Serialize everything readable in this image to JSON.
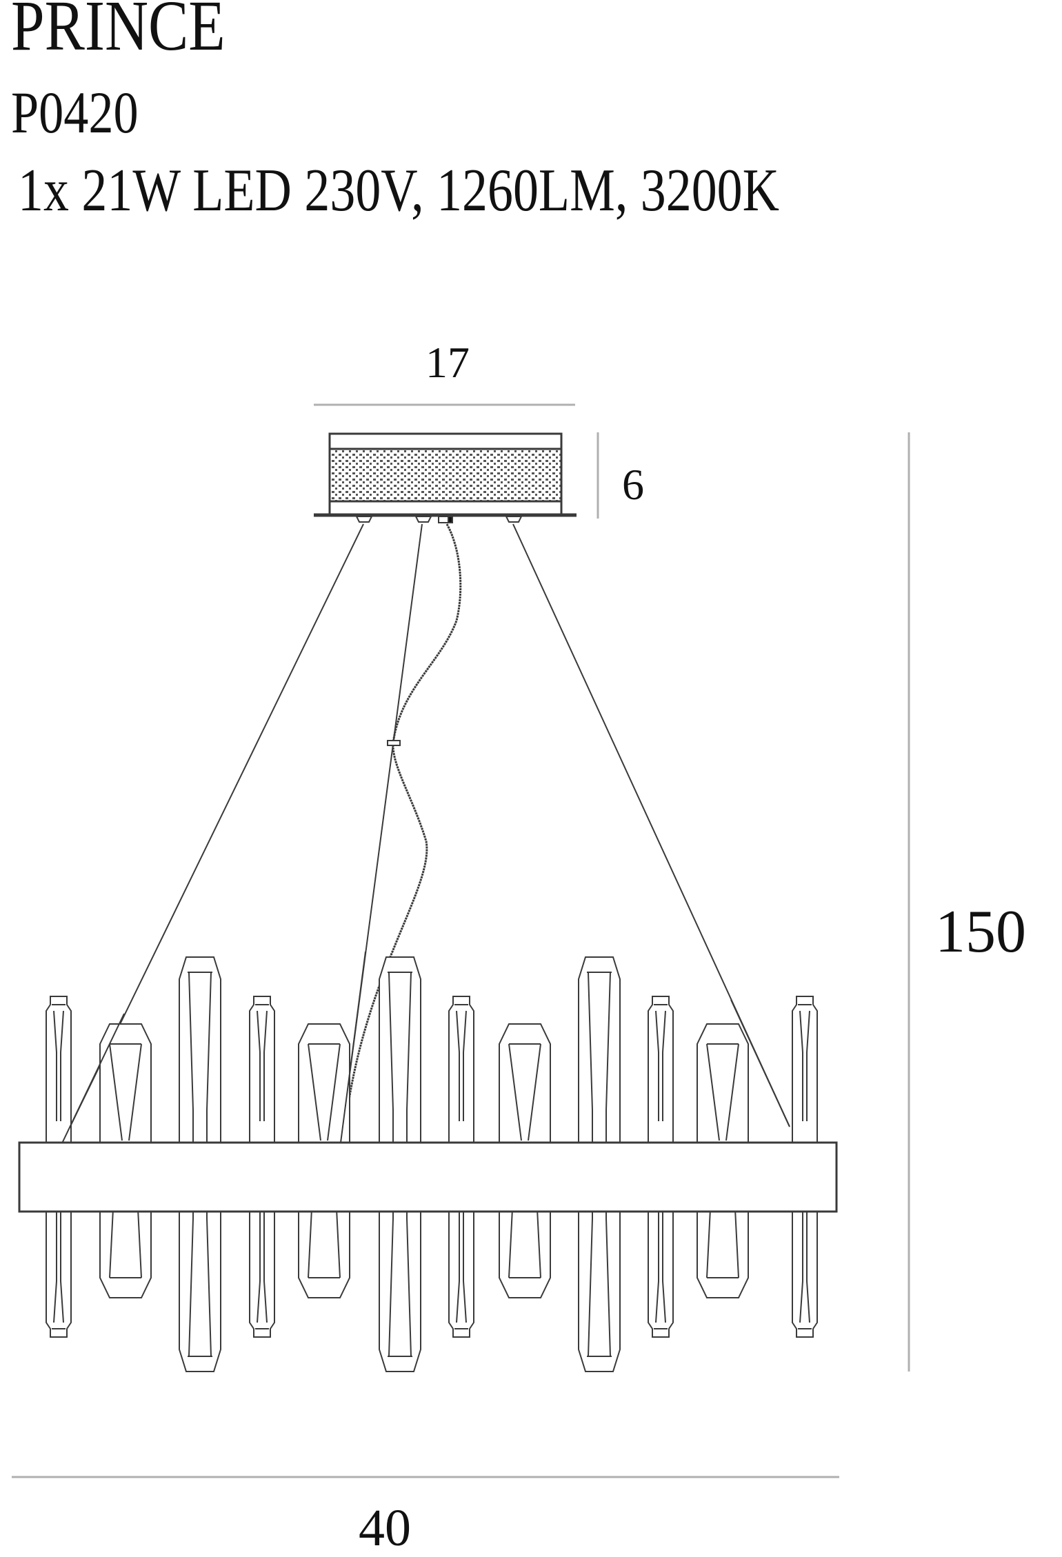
{
  "product": {
    "name": "PRINCE",
    "code": "P0420",
    "spec": "1x 21W LED 230V, 1260LM, 3200K"
  },
  "dimensions": {
    "canopy_width": "17",
    "canopy_height": "6",
    "total_height": "150",
    "width": "40"
  },
  "drawing": {
    "line_color": "#3a3a3a",
    "dimension_line_color": "#b0b0b0",
    "crystal_count": 12,
    "crystal_types": [
      "thin",
      "cone",
      "tall",
      "thin",
      "cone",
      "tall",
      "thin",
      "cone",
      "tall",
      "thin",
      "cone",
      "thin"
    ]
  }
}
